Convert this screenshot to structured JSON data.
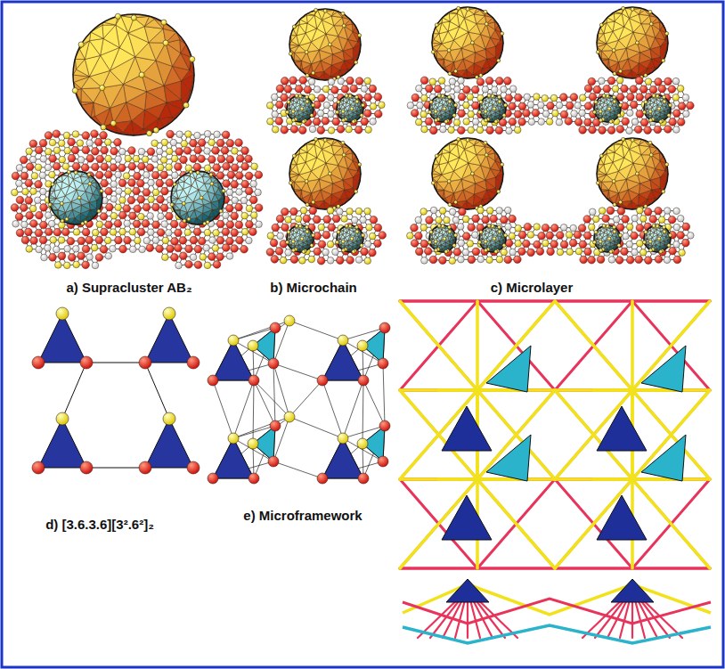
{
  "diagram": {
    "labels": [
      "a) Supracluster AB₂",
      "b) Microchain",
      "c) Microlayer",
      "d) [3.6.3.6][3².6²]₂",
      "e) Microframework"
    ]
  }
}
